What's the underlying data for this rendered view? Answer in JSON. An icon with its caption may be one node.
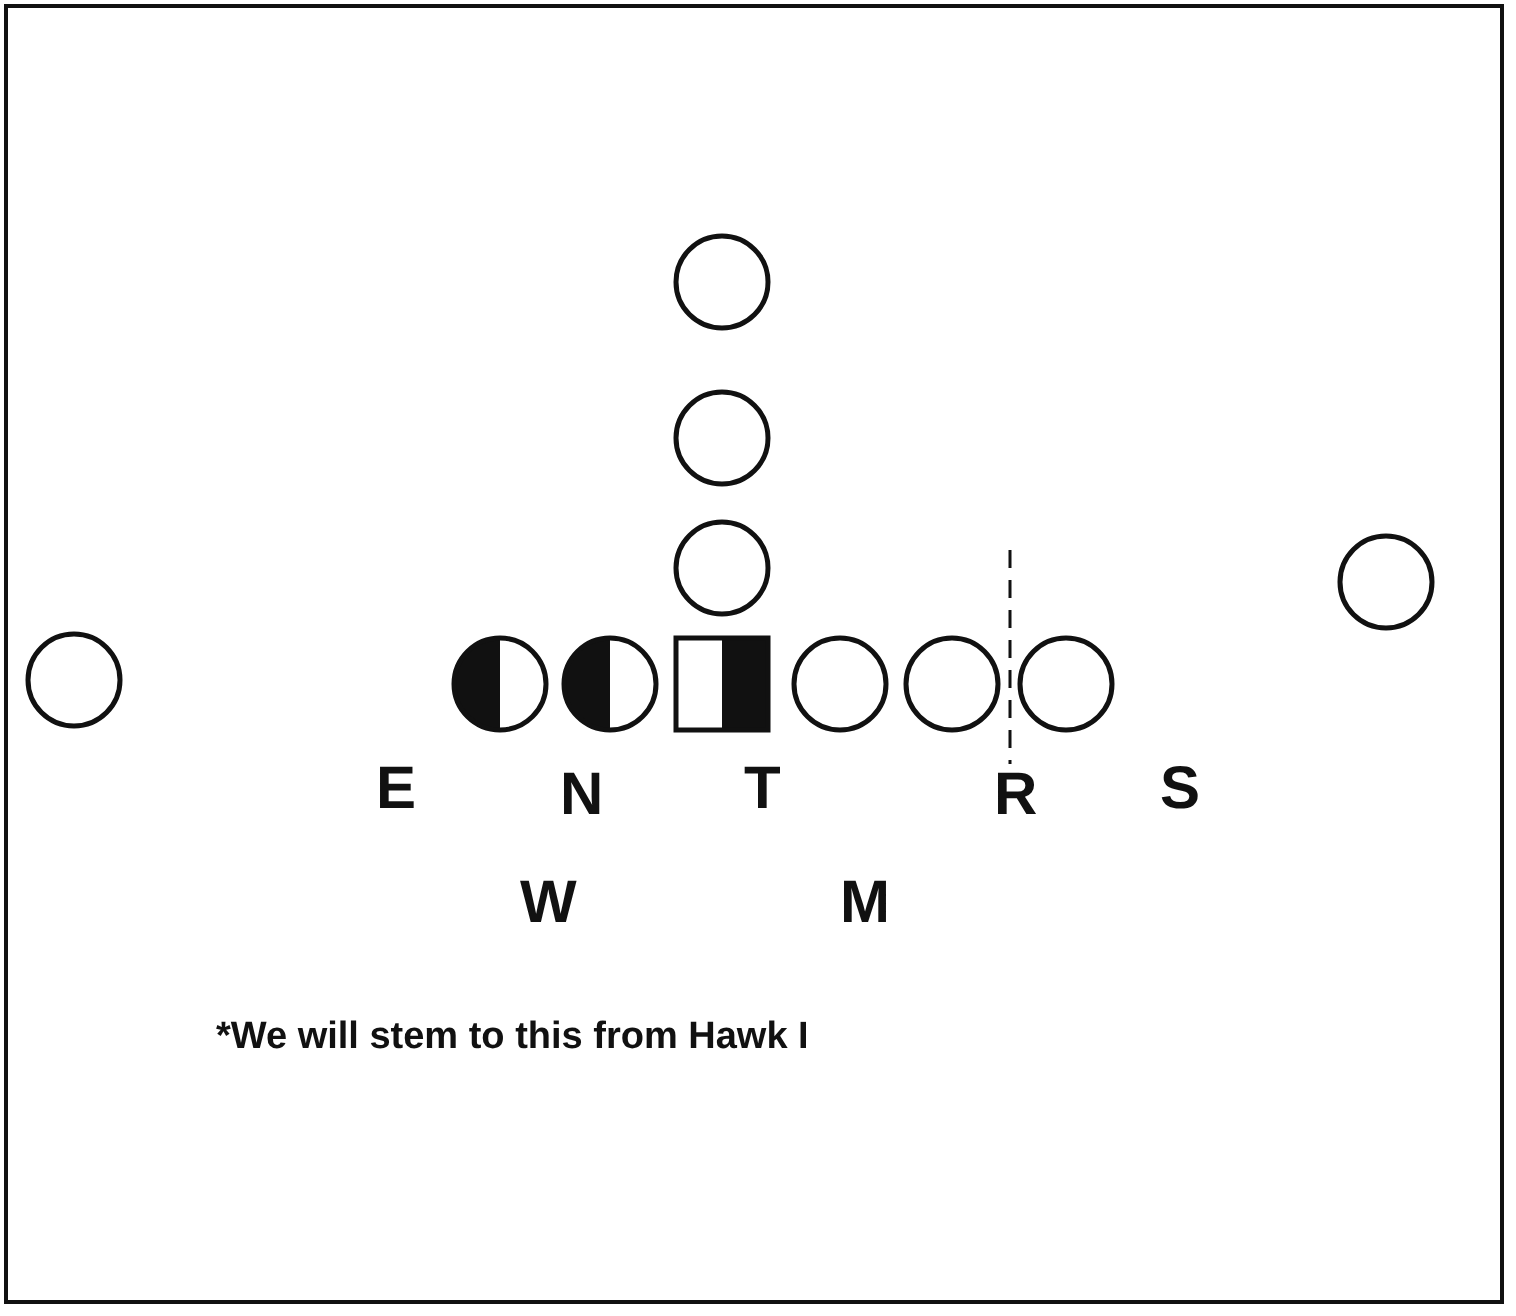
{
  "diagram": {
    "nodes": [
      {
        "text": [],
        "shape": "circle"
      },
      {
        "text": [],
        "shape": "circle"
      },
      {
        "text": [],
        "shape": "circle"
      },
      {
        "text": [],
        "shape": "circle"
      },
      {
        "text": [],
        "shape": "circle"
      },
      {
        "text": [],
        "shape": "circle"
      },
      {
        "text": [],
        "shape": "circle"
      },
      {
        "text": [],
        "shape": "box"
      },
      {
        "text": [],
        "shape": "circle"
      },
      {
        "text": [],
        "shape": "circle"
      },
      {
        "text": [],
        "shape": "circle"
      }
    ],
    "labels": [
      "E",
      "N",
      "T",
      "R",
      "S",
      "W",
      "M",
      "*We will stem to this from Hawk I"
    ]
  }
}
